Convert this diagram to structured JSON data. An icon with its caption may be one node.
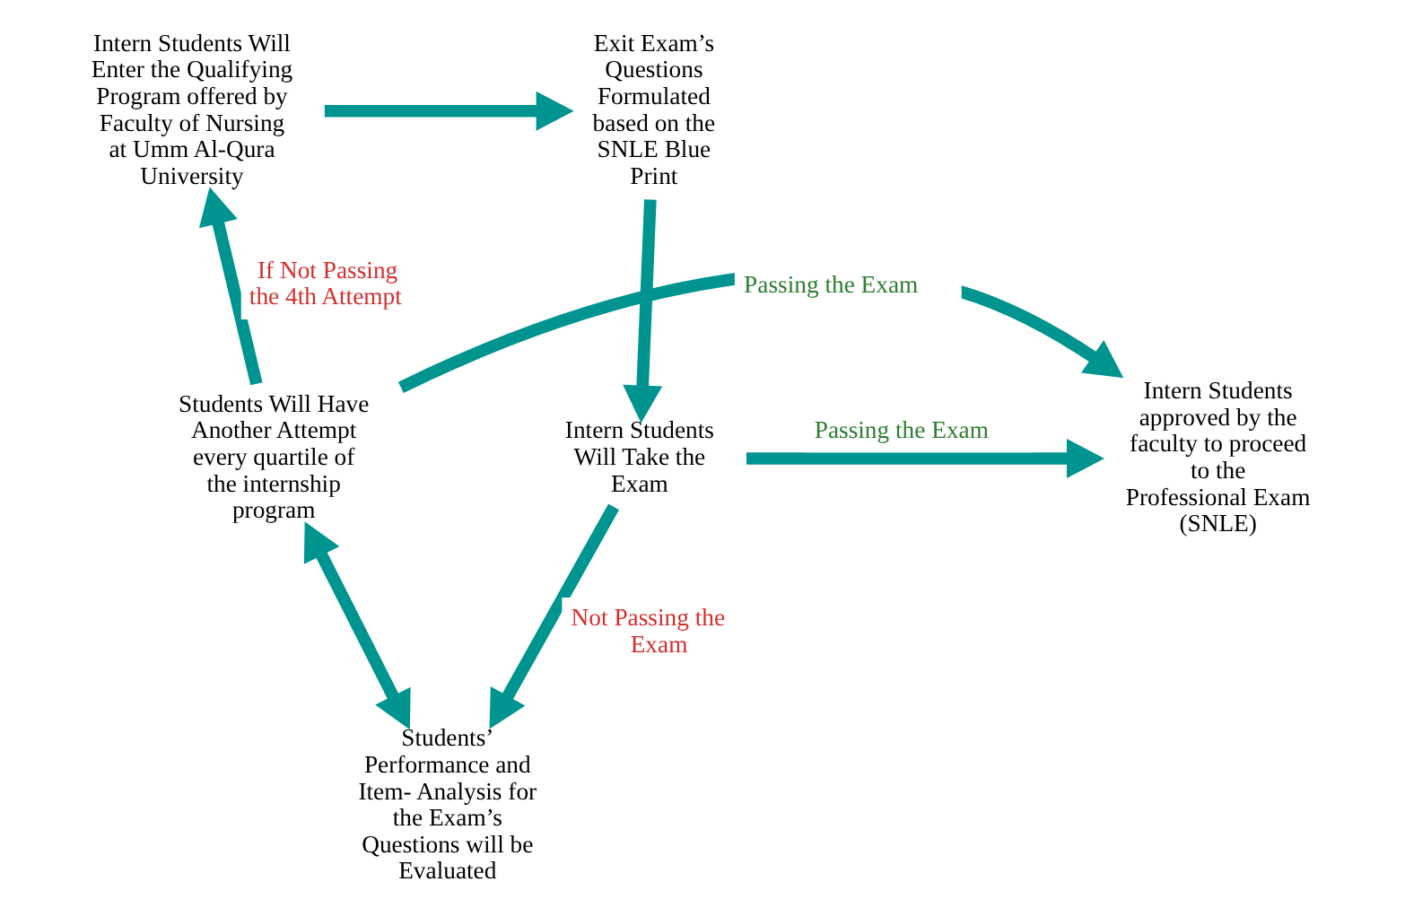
{
  "diagram": {
    "nodes": [
      {
        "text": [
          "Intern Students Will Enter the Qualifying Program offered by Faculty of Nursing at Umm Al-Qura University"
        ]
      },
      {
        "text": [
          "Exit Exam’s Questions Formulated based on the SNLE Blue Print"
        ]
      },
      {
        "text": [
          "Intern Students Will Take the Exam"
        ]
      },
      {
        "text": [
          "Intern Students approved by the faculty to proceed to the Professional Exam (SNLE)"
        ]
      },
      {
        "text": [
          "Students’ Performance and Item- Analysis for the Exam’s Questions will be Evaluated"
        ]
      },
      {
        "text": [
          "Students Will Have Another Attempt",
          "every quartile of the internship program"
        ]
      }
    ],
    "edges": [
      {
        "from": 0,
        "to": 1,
        "arrow": "to"
      },
      {
        "from": 1,
        "to": 2,
        "arrow": "to"
      },
      {
        "from": 2,
        "to": 3,
        "arrow": "to",
        "label": "Passing the Exam"
      },
      {
        "from": 2,
        "to": 4,
        "arrow": "to",
        "label": "Not Passing the Exam"
      },
      {
        "from": 4,
        "to": 5,
        "arrow": "both"
      },
      {
        "from": 5,
        "to": 0,
        "arrow": "to",
        "label": "If Not Passing the 4th Attempt"
      },
      {
        "from": 5,
        "to": 3,
        "arrow": "to",
        "label": "Passing the Exam"
      }
    ]
  }
}
